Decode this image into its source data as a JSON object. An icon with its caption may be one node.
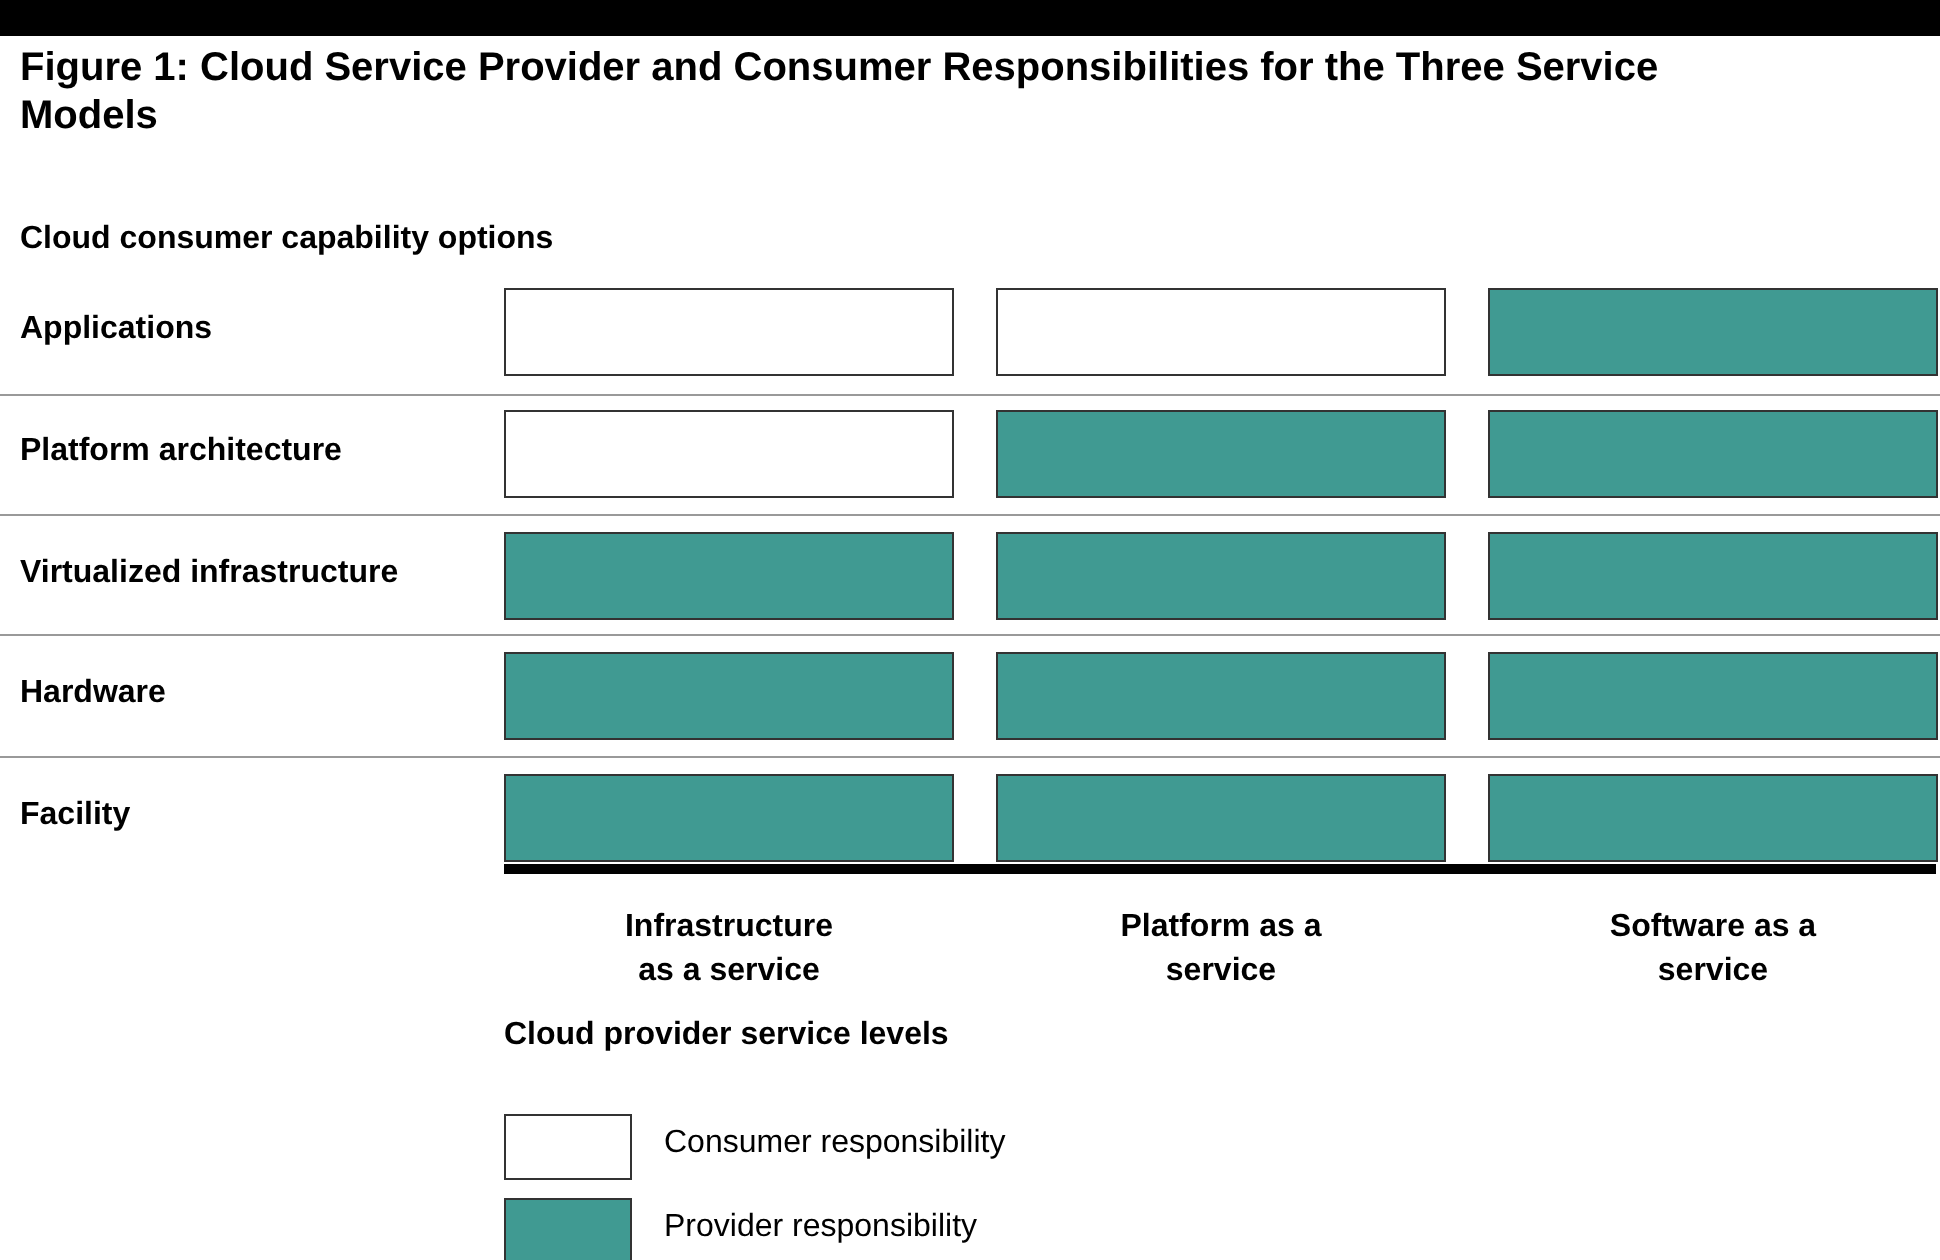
{
  "diagram": {
    "title": "Figure 1: Cloud Service Provider and Consumer Responsibilities for the Three Service Models",
    "nodes": [
      {
        "text": [],
        "shape": "box"
      },
      {
        "text": [],
        "shape": "box"
      },
      {
        "text": [],
        "shape": "box"
      },
      {
        "text": [],
        "shape": "box"
      },
      {
        "text": [],
        "shape": "box"
      },
      {
        "text": [],
        "shape": "box"
      },
      {
        "text": [],
        "shape": "box"
      },
      {
        "text": [],
        "shape": "box"
      },
      {
        "text": [],
        "shape": "box"
      },
      {
        "text": [],
        "shape": "box"
      },
      {
        "text": [],
        "shape": "box"
      },
      {
        "text": [],
        "shape": "box"
      },
      {
        "text": [],
        "shape": "box"
      },
      {
        "text": [],
        "shape": "box"
      },
      {
        "text": [],
        "shape": "box"
      }
    ],
    "labels": [
      "Cloud consumer capability options",
      "Applications",
      "Platform architecture",
      "Virtualized infrastructure",
      "Hardware",
      "Facility",
      "Infrastructure as a service",
      "Platform as a service",
      "Software as a service",
      "Cloud provider service levels"
    ],
    "legend": [
      {
        "text": "Consumer responsibility",
        "color": "#ffffff"
      },
      {
        "text": "Provider responsibility",
        "color": "#409a92"
      }
    ]
  }
}
